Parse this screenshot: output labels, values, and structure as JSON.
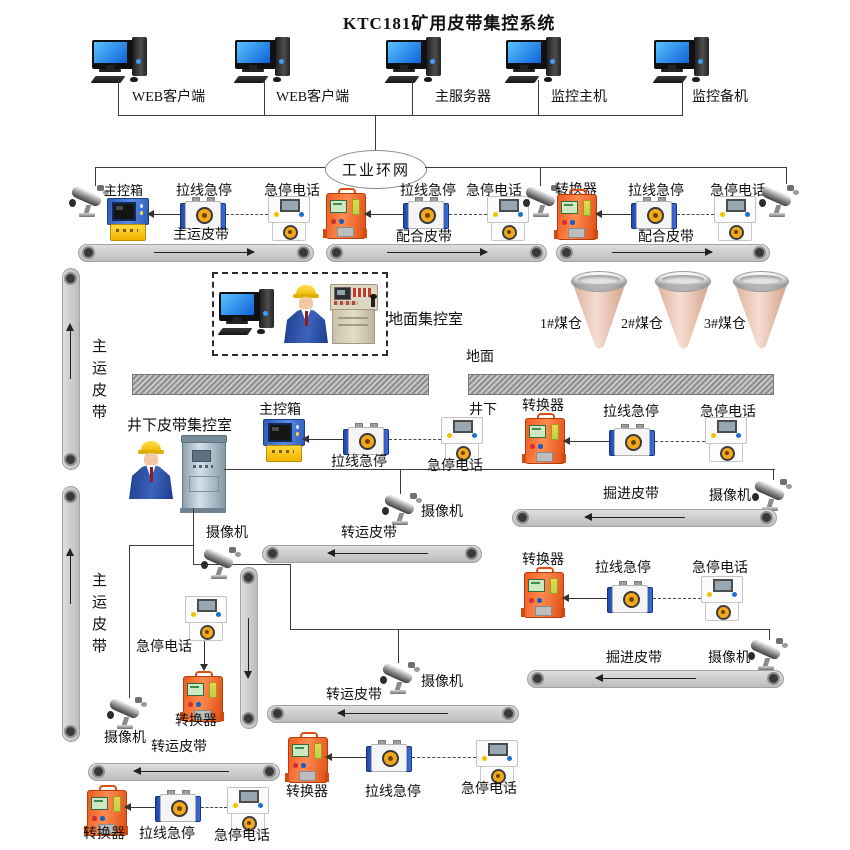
{
  "title": "KTC181矿用皮带集控系统",
  "terms": {
    "pull_stop": "拉线急停",
    "stop_phone": "急停电话",
    "converter": "转换器",
    "main_control_box": "主控箱",
    "camera": "摄像机",
    "main_belt": "主运皮带",
    "coop_belt": "配合皮带",
    "dig_belt": "掘进皮带",
    "trans_belt": "转运皮带"
  },
  "computers": {
    "web1": "WEB客户端",
    "web2": "WEB客户端",
    "server": "主服务器",
    "monitor_main": "监控主机",
    "monitor_backup": "监控备机"
  },
  "network": {
    "ring_label": "工业环网"
  },
  "rooms": {
    "surface_control": "地面集控室",
    "underground_control": "井下皮带集控室"
  },
  "areas": {
    "surface": "地面",
    "underground": "井下"
  },
  "bunkers": {
    "b1": "1#煤仓",
    "b2": "2#煤仓",
    "b3": "3#煤仓"
  },
  "colors": {
    "converter_orange": "#ee5a20",
    "pull_stop_blue": "#2d5cb8",
    "control_box_yellow": "#efb400",
    "belt_gray": "#c9c9c9",
    "monitor_screen_blue": "#1e78e8",
    "bunker_pink": "#e9c3b2",
    "line_dark": "#3c3c3c"
  }
}
